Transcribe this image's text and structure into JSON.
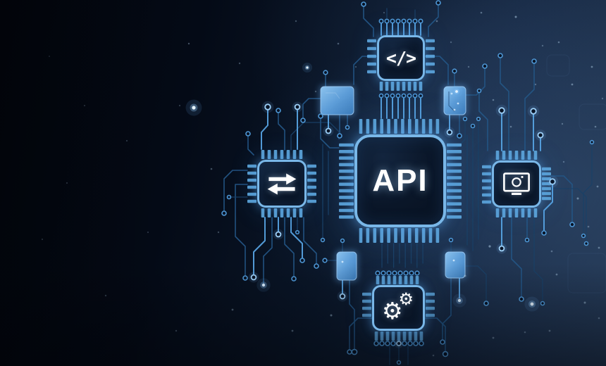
{
  "illustration": {
    "name": "API technology concept illustration",
    "center_chip": {
      "label": "API"
    },
    "satellite_chips": [
      {
        "position": "top",
        "icon": "code-icon",
        "glyph": "</>"
      },
      {
        "position": "left",
        "icon": "swap-arrows-icon"
      },
      {
        "position": "right",
        "icon": "monitor-sync-icon"
      },
      {
        "position": "bottom",
        "icon": "gears-icon",
        "glyph_primary": "⚙",
        "glyph_secondary": "⚙"
      }
    ],
    "colors": {
      "background_dark": "#02050b",
      "background_light": "#20334d",
      "accent_blue": "#79b7e8",
      "trace_dim": "#245585",
      "trace_faint": "#1a4066",
      "trace_bright": "#56a2e0",
      "pin_blue": "#5fa8dd",
      "glow_white": "#d9eeff",
      "icon_white": "#ffffff",
      "chip_interior": "#0a1628"
    }
  }
}
